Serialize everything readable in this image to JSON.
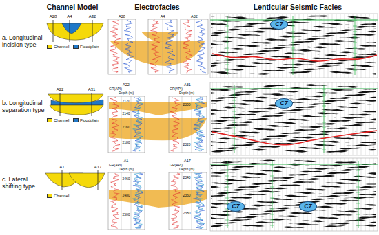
{
  "diagram": {
    "nodes": [
      {
        "text": [
          "C7"
        ]
      },
      {
        "text": [
          "C7"
        ]
      },
      {
        "text": [
          "C7"
        ]
      },
      {
        "text": [
          "C7"
        ]
      }
    ],
    "labels": [
      "Channel Model",
      "Electrofacies",
      "Lenticular Seismic Facies",
      "a. Longitudinal incision type",
      "A28",
      "A4",
      "A32",
      "b. Longitudinal separation type",
      "A22",
      "A31",
      "c. Lateral shifting type",
      "A1",
      "A17",
      "A28",
      "A4",
      "A32",
      "A22",
      "GR(API)",
      "Depth (m)",
      "2120",
      "2140",
      "2160",
      "2180",
      "A31",
      "GR(API)",
      "Depth (m)",
      "2300",
      "2320",
      "A1",
      "GR(API)",
      "Depth (m)",
      "2460",
      "2480",
      "2500",
      "A17",
      "GR(API)",
      "Depth (m)",
      "2340",
      "2360",
      "2380"
    ],
    "legend": [
      {
        "text": "Channel",
        "color": "#f5d90a"
      },
      {
        "text": "Floodplain",
        "color": "#1f78c8"
      },
      {
        "text": "Channel",
        "color": "#f5d90a"
      },
      {
        "text": "Floodplain",
        "color": "#1f78c8"
      },
      {
        "text": "Channel",
        "color": "#f5d90a"
      }
    ]
  }
}
